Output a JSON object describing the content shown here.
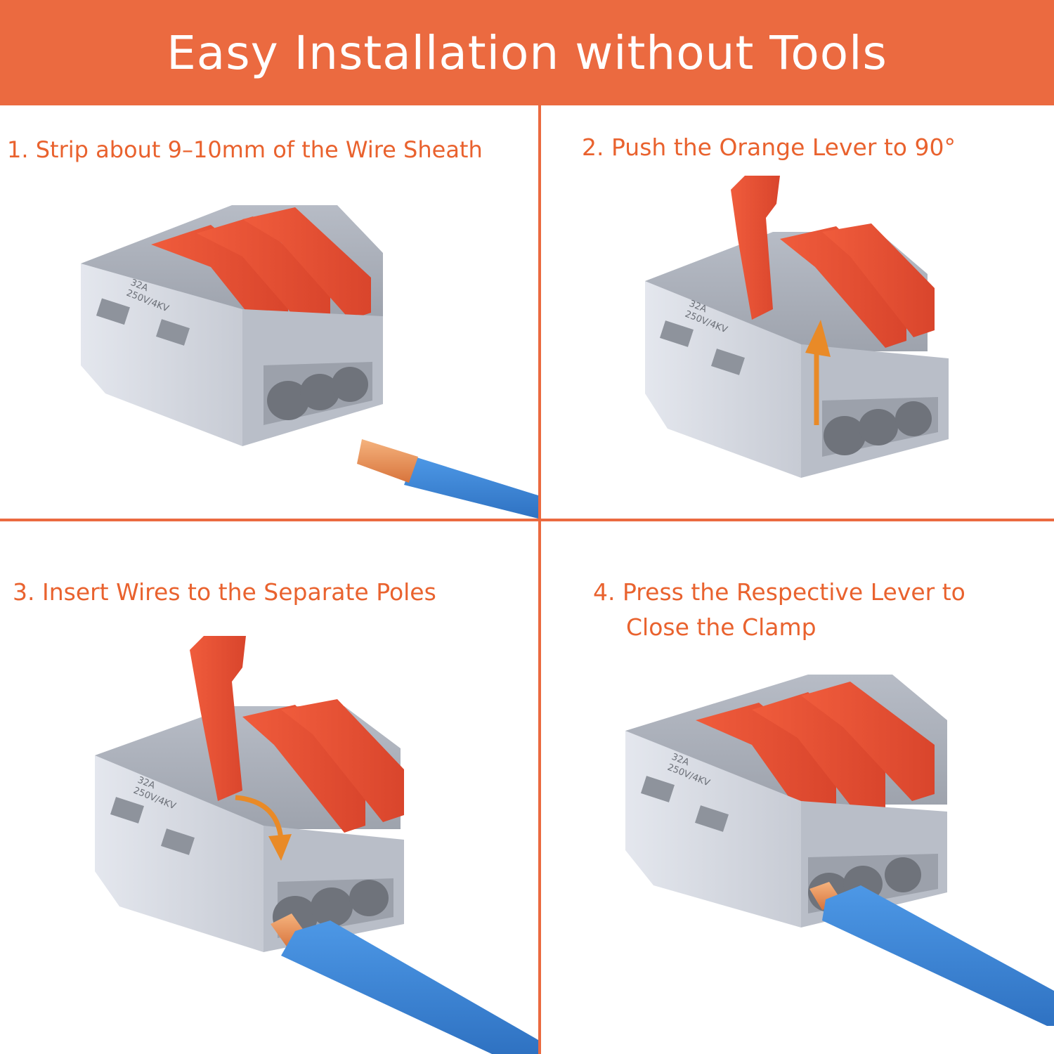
{
  "header": {
    "title": "Easy Installation without Tools"
  },
  "steps": [
    {
      "label": "1. Strip about 9–10mm of the Wire Sheath"
    },
    {
      "label": "2. Push the Orange Lever to 90°"
    },
    {
      "label": "3. Insert Wires to the Separate Poles"
    },
    {
      "label_line1": "4. Press the Respective Lever to",
      "label_line2": "Close the Clamp"
    }
  ],
  "connector_marking": {
    "current": "32A",
    "voltage": "250V/4KV"
  },
  "colors": {
    "brand_orange": "#eb6a40",
    "lever_orange": "#e8553a",
    "housing_gray": "#c9cdd6",
    "wire_blue": "#3a84d4",
    "copper": "#e88b52"
  }
}
